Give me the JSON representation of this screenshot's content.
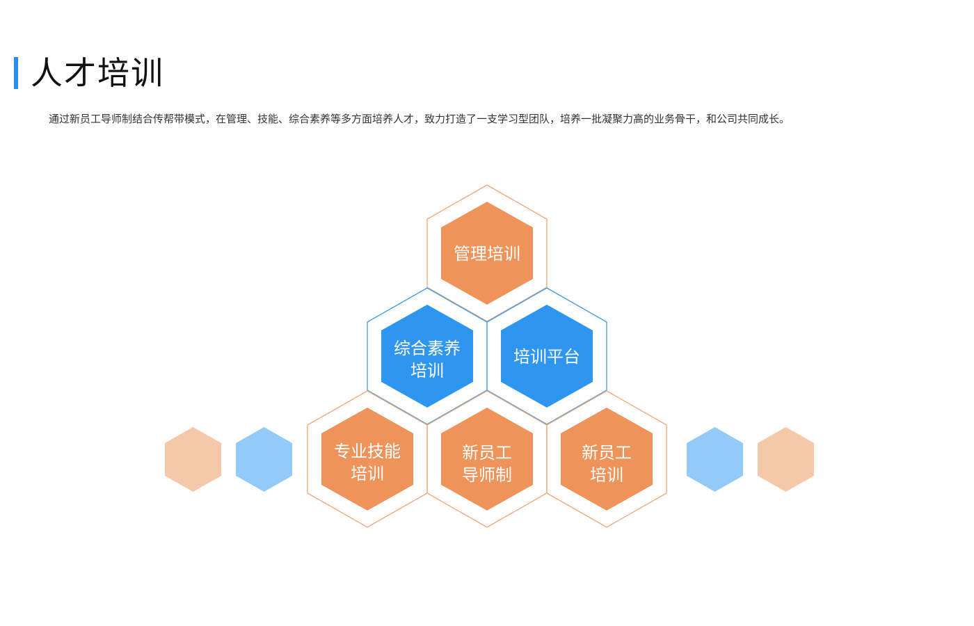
{
  "header": {
    "title": "人才培训",
    "description": "通过新员工导师制结合传帮带模式，在管理、技能、综合素养等多方面培养人才，致力打造了一支学习型团队，培养一批凝聚力高的业务骨干，和公司共同成长。"
  },
  "colors": {
    "accent_bar": "#2E8DEB",
    "orange_fill": "#EE935A",
    "orange_outline": "#EFA679",
    "blue_fill": "#2F96F0",
    "blue_outline": "#3C9BE8",
    "peach_deco": "#F6C8AA",
    "light_blue_deco": "#94CAF8"
  },
  "hexagons": [
    {
      "id": "management",
      "lines": [
        "管理培训"
      ],
      "color": "orange",
      "row": 1,
      "position": "top"
    },
    {
      "id": "comprehensive",
      "lines": [
        "综合素养",
        "培训"
      ],
      "color": "blue",
      "row": 2,
      "position": "left"
    },
    {
      "id": "platform",
      "lines": [
        "培训平台"
      ],
      "color": "blue",
      "row": 2,
      "position": "right"
    },
    {
      "id": "professional",
      "lines": [
        "专业技能",
        "培训"
      ],
      "color": "orange",
      "row": 3,
      "position": "left"
    },
    {
      "id": "mentorship",
      "lines": [
        "新员工",
        "导师制"
      ],
      "color": "orange",
      "row": 3,
      "position": "center"
    },
    {
      "id": "new-employee",
      "lines": [
        "新员工",
        "培训"
      ],
      "color": "orange",
      "row": 3,
      "position": "right"
    }
  ],
  "decorations": [
    {
      "color": "peach",
      "side": "left"
    },
    {
      "color": "light-blue",
      "side": "left"
    },
    {
      "color": "light-blue",
      "side": "right"
    },
    {
      "color": "peach",
      "side": "right"
    }
  ]
}
